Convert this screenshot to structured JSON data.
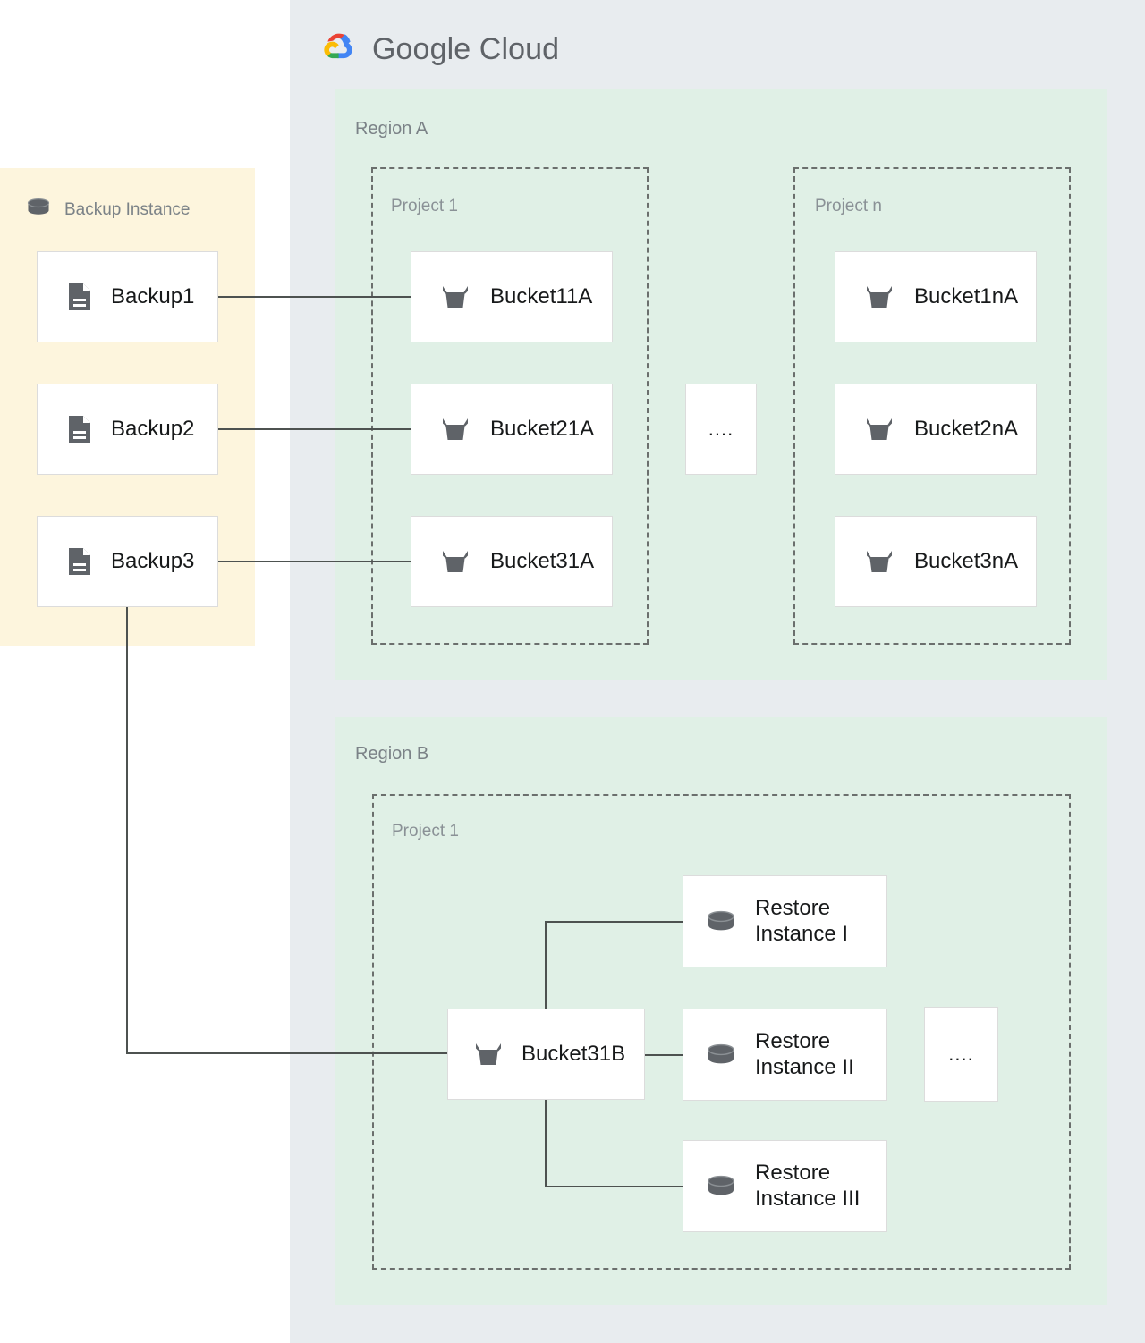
{
  "brand": {
    "logo_icon": "google-cloud-logo-icon",
    "name_part1": "Google",
    "name_part2": "Cloud",
    "colors": {
      "red": "#ea4335",
      "blue": "#4285f4",
      "yellow": "#fbbc04",
      "green": "#34a853",
      "wordmark": "#5f6368"
    }
  },
  "backup_panel": {
    "title": "Backup Instance",
    "title_icon": "database-cylinder-icon",
    "background": "#fdf5dd",
    "items": [
      {
        "label": "Backup1",
        "icon": "document-file-icon"
      },
      {
        "label": "Backup2",
        "icon": "document-file-icon"
      },
      {
        "label": "Backup3",
        "icon": "document-file-icon"
      }
    ]
  },
  "regions": [
    {
      "title": "Region A",
      "background": "#e0f0e6",
      "projects": [
        {
          "title": "Project 1",
          "buckets": [
            {
              "label": "Bucket11A",
              "icon": "storage-bucket-icon"
            },
            {
              "label": "Bucket21A",
              "icon": "storage-bucket-icon"
            },
            {
              "label": "Bucket31A",
              "icon": "storage-bucket-icon"
            }
          ]
        },
        {
          "title": "Project n",
          "buckets": [
            {
              "label": "Bucket1nA",
              "icon": "storage-bucket-icon"
            },
            {
              "label": "Bucket2nA",
              "icon": "storage-bucket-icon"
            },
            {
              "label": "Bucket3nA",
              "icon": "storage-bucket-icon"
            }
          ]
        }
      ],
      "ellipsis": "...."
    },
    {
      "title": "Region B",
      "background": "#e0f0e6",
      "projects": [
        {
          "title": "Project 1",
          "buckets": [
            {
              "label": "Bucket31B",
              "icon": "storage-bucket-icon"
            }
          ],
          "restore_instances": [
            {
              "label": "Restore\nInstance I",
              "icon": "database-cylinder-icon"
            },
            {
              "label": "Restore\nInstance II",
              "icon": "database-cylinder-icon"
            },
            {
              "label": "Restore\nInstance III",
              "icon": "database-cylinder-icon"
            }
          ],
          "ellipsis": "...."
        }
      ]
    }
  ],
  "connections": [
    {
      "from": "Backup1",
      "to": "Bucket11A"
    },
    {
      "from": "Backup2",
      "to": "Bucket21A"
    },
    {
      "from": "Backup3",
      "to": "Bucket31A"
    },
    {
      "from": "Backup3",
      "to": "Bucket31B"
    },
    {
      "from": "Bucket31B",
      "to": "Restore Instance I"
    },
    {
      "from": "Bucket31B",
      "to": "Restore Instance II"
    },
    {
      "from": "Bucket31B",
      "to": "Restore Instance III"
    }
  ],
  "palette": {
    "line": "#4d5250",
    "card_border": "#dcdcdc",
    "panel_gray": "#e8ecef",
    "dashed_border": "#6b6f6d",
    "text_dark": "#17191a",
    "text_muted": "#7b8287"
  }
}
